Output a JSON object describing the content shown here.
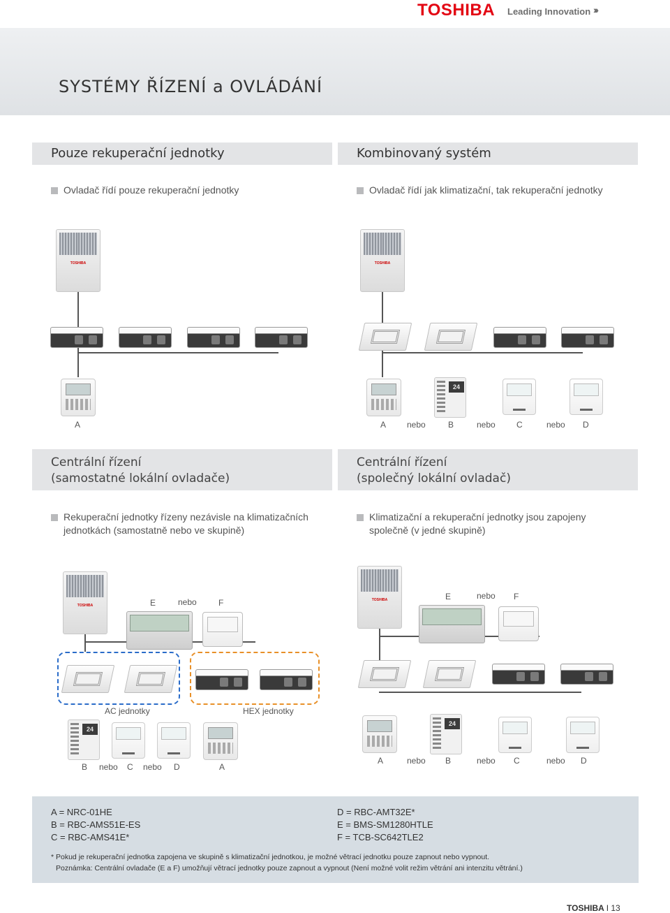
{
  "header": {
    "brand": "TOSHIBA",
    "tagline": "Leading Innovation"
  },
  "page_title": "SYSTÉMY ŘÍZENÍ a OVLÁDÁNÍ",
  "top_left": {
    "title": "Pouze rekuperační jednotky",
    "bullet": "Ovladač řídí pouze rekuperační jednotky",
    "labels": [
      "A"
    ]
  },
  "top_right": {
    "title": "Kombinovaný systém",
    "bullet": "Ovladač řídí jak klimatizační, tak rekuperační jednotky",
    "labels": [
      "A",
      "nebo",
      "B",
      "nebo",
      "C",
      "nebo",
      "D"
    ]
  },
  "mid_left": {
    "title_line1": "Centrální řízení",
    "title_line2": "(samostatné lokální ovladače)",
    "bullet_line1": "Rekuperační jednotky řízeny nezávisle na klimatizačních",
    "bullet_line2": "jednotkách (samostatně nebo ve skupině)",
    "ef_labels": [
      "E",
      "nebo",
      "F"
    ],
    "group_labels": [
      "AC jednotky",
      "HEX jednotky"
    ],
    "labels": [
      "B",
      "nebo",
      "C",
      "nebo",
      "D",
      "A"
    ],
    "remote_display": "24"
  },
  "mid_right": {
    "title_line1": "Centrální řízení",
    "title_line2": "(společný lokální ovladač)",
    "bullet_line1": "Klimatizační a rekuperační jednotky jsou zapojeny",
    "bullet_line2": "společně (v jedné skupině)",
    "ef_labels": [
      "E",
      "nebo",
      "F"
    ],
    "labels": [
      "A",
      "nebo",
      "B",
      "nebo",
      "C",
      "nebo",
      "D"
    ],
    "remote_display": "24"
  },
  "legend": {
    "left": [
      "A = NRC-01HE",
      "B = RBC-AMS51E-ES",
      "C = RBC-AMS41E*"
    ],
    "right": [
      "D = RBC-AMT32E*",
      "E = BMS-SM1280HTLE",
      "F = TCB-SC642TLE2"
    ],
    "note1": "* Pokud je rekuperační jednotka zapojena ve skupině s klimatizační jednotkou, je možné větrací jednotku pouze zapnout nebo vypnout.",
    "note2": "Poznámka: Centrální ovladače (E a F) umožňují větrací jednotky pouze zapnout a vypnout (Není možné volit režim větrání ani intenzitu větrání.)"
  },
  "footer": {
    "brand": "TOSHIBA",
    "separator": "I",
    "page": "13"
  },
  "colors": {
    "brand_red": "#e30613",
    "section_bar": "#e3e4e6",
    "legend_bg": "#d6dde3",
    "ac_group": "#2a6cc9",
    "hex_group": "#e89028"
  }
}
